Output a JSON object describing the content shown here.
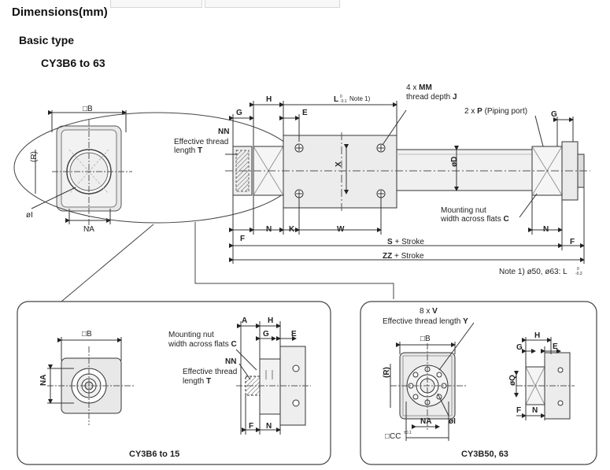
{
  "page": {
    "title": "Dimensions(mm)",
    "section": "Basic type",
    "model": "CY3B6 to 63"
  },
  "main": {
    "end_view_B": "□B",
    "end_view_R": "(R)",
    "end_view_I": "øI",
    "end_view_NA": "NA",
    "dim_G": "G",
    "dim_H": "H",
    "dim_L": "L",
    "dim_L_tol": "₋0.1",
    "dim_L_tol_top": "0",
    "dim_L_note": "Note 1)",
    "dim_E": "E",
    "mm_count": "4 x",
    "mm_label": "MM",
    "thread_depth": "thread depth",
    "thread_depth_J": "J",
    "nn_label": "NN",
    "eff_thread_1": "Effective thread",
    "eff_thread_2": "length",
    "eff_thread_T": "T",
    "piping_prefix": "2 x",
    "piping_P": "P",
    "piping_text": "(Piping port)",
    "dim_G_right": "G",
    "dim_X": "X",
    "dim_D": "øD",
    "mount_nut_1": "Mounting nut",
    "mount_nut_2": "width across flats",
    "mount_nut_C": "C",
    "dim_F_left": "F",
    "dim_N_left": "N",
    "dim_K": "K",
    "dim_W": "W",
    "dim_N_right": "N",
    "dim_F_right": "F",
    "dim_S": "S",
    "stroke_1": "+ Stroke",
    "dim_ZZ": "ZZ",
    "stroke_2": "+ Stroke",
    "note1": "Note 1) ø50, ø63: L",
    "note1_tol_top": "0",
    "note1_tol_bot": "-0.2"
  },
  "detail_left": {
    "B": "□B",
    "NA": "NA",
    "A": "A",
    "H": "H",
    "G": "G",
    "E": "E",
    "mount_1": "Mounting nut",
    "mount_2": "width across flats",
    "mount_C": "C",
    "NN": "NN",
    "eff_1": "Effective thread",
    "eff_2": "length",
    "eff_T": "T",
    "F": "F",
    "N": "N",
    "caption": "CY3B6 to 15"
  },
  "detail_right": {
    "count": "8 x",
    "V": "V",
    "eff_prefix": "Effective thread length",
    "eff_Y": "Y",
    "B": "□B",
    "R": "(R)",
    "NA": "NA",
    "I": "øI",
    "CC": "□CC",
    "CC_tol": "±0.1",
    "G": "G",
    "H": "H",
    "E": "E",
    "Q": "øQ",
    "F": "F",
    "N": "N",
    "caption": "CY3B50, 63"
  }
}
